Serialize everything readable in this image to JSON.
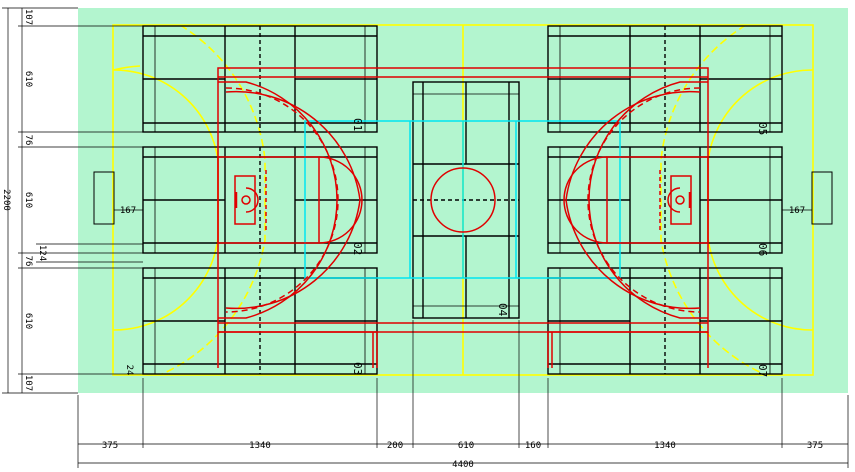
{
  "colors": {
    "floor": "#b3f5cf",
    "yellow_lines": "#ffff00",
    "red_lines": "#e00000",
    "cyan_lines": "#00e5f0",
    "black_lines": "#000000"
  },
  "dimensions": {
    "bottom_row": [
      "375",
      "1340",
      "200",
      "610",
      "160",
      "1340",
      "375"
    ],
    "total_width": "4400",
    "left_column": [
      "107",
      "610",
      "76",
      "610",
      "76",
      "610",
      "107"
    ],
    "left_small": "124",
    "total_height": "2200",
    "goal_depth_left": "167",
    "goal_depth_right": "167",
    "small_offset": "24"
  },
  "court_labels": [
    "01",
    "02",
    "03",
    "04",
    "05",
    "06",
    "07"
  ]
}
